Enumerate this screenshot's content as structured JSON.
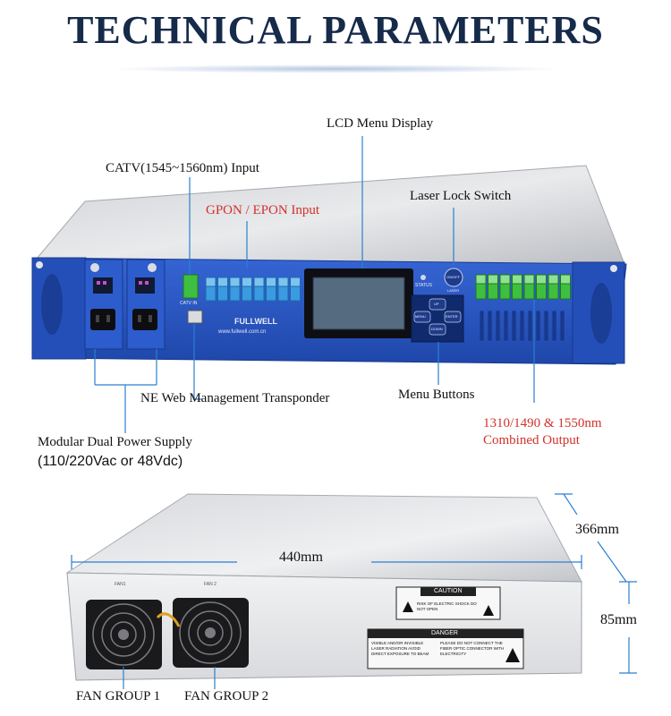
{
  "header": {
    "title": "TECHNICAL PARAMETERS"
  },
  "front_panel": {
    "callouts": {
      "lcd_menu_display": "LCD Menu Display",
      "catv_input": "CATV(1545~1560nm) Input",
      "laser_lock_switch": "Laser Lock Switch",
      "gpon_epon_input": "GPON / EPON Input",
      "ne_web_management": "NE Web Management Transponder",
      "menu_buttons": "Menu Buttons",
      "combined_output_line1": "1310/1490 & 1550nm",
      "combined_output_line2": "Combined Output",
      "power_supply_line1": "Modular Dual Power Supply",
      "power_supply_line2": "(110/220Vac or 48Vdc)"
    },
    "device_text": {
      "brand": "FULLWELL",
      "website": "www.fullwell.com.cn",
      "catv_in": "CATV IN",
      "status": "STATUS",
      "onoff": "ON/OFF",
      "laser": "LASER",
      "btn_up": "UP",
      "btn_menu": "MENU",
      "btn_enter": "ENTER",
      "btn_down": "DOWN"
    }
  },
  "rear_panel": {
    "dimensions": {
      "width": "440mm",
      "depth": "366mm",
      "height": "85mm"
    },
    "callouts": {
      "fan_group_1": "FAN GROUP 1",
      "fan_group_2": "FAN GROUP 2"
    },
    "labels": {
      "caution_title": "CAUTION",
      "caution_text": "RISK OF ELECTRIC SHOCK DO NOT OPEN",
      "danger_title": "DANGER",
      "danger_left": "VISIBLE AND/OR INVISIBLE LASER RADIATION AVOID DIRECT EXPOSURE TO BEAM",
      "danger_right": "PLEASE DO NOT CONNECT THE FIBER OPTIC CONNECTOR WITH ELECTRICITY",
      "fan1": "FAN1",
      "fan2": "FAN 2"
    }
  },
  "colors": {
    "title": "#162a4a",
    "panel_blue": "#2a59c9",
    "callout_line": "#2c7fd1",
    "accent_red": "#d0322b",
    "sc_green": "#3fbf3f",
    "sc_blue": "#3a9be0"
  }
}
